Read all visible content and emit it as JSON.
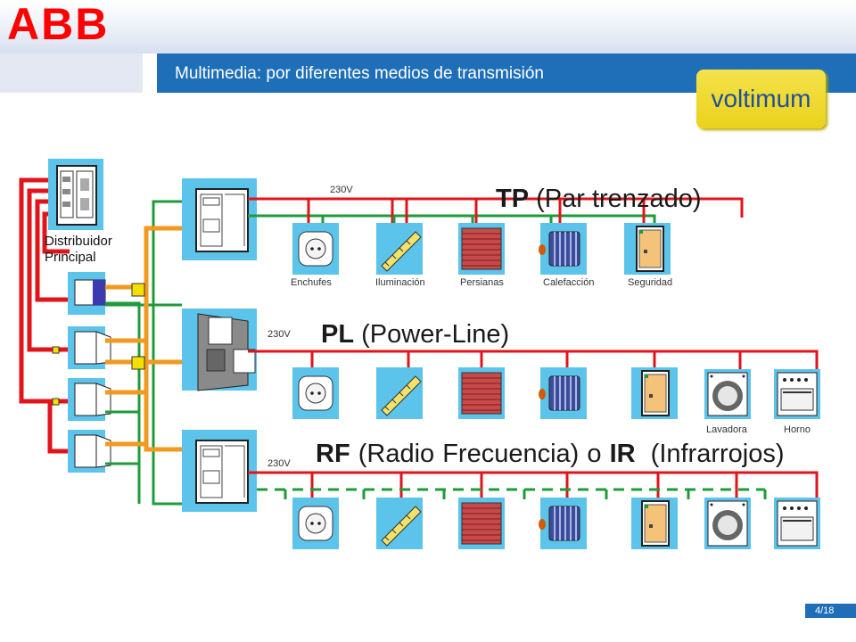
{
  "header": {
    "brand": "ABB",
    "title": "Multimedia: por diferentes medios de transmisión",
    "partner_logo": "voltimum"
  },
  "distribution": {
    "label_line1": "Distribuidor",
    "label_line2": "Principal"
  },
  "sections": {
    "tp": {
      "abbr": "TP",
      "name": "(Par trenzado)",
      "voltage": "230V"
    },
    "pl": {
      "abbr": "PL",
      "name": "(Power-Line)",
      "voltage": "230V"
    },
    "rf": {
      "abbr1": "RF",
      "mid": "(Radio Frecuencia) o",
      "abbr2": "IR",
      "name2": "(Infrarrojos)",
      "voltage": "230V"
    }
  },
  "device_labels": {
    "enchufes": "Enchufes",
    "iluminacion": "Iluminación",
    "persianas": "Persianas",
    "calefaccion": "Calefacción",
    "seguridad": "Seguridad",
    "lavadora": "Lavadora",
    "horno": "Horno"
  },
  "colors": {
    "power_line": "#e2141b",
    "bus_line": "#1e9b3a",
    "backbone": "#f29a1f",
    "device_bg": "#5cc3ea",
    "title_bar": "#1e6fb8",
    "brand_red": "#ff0000"
  },
  "footer": {
    "page": "4/18"
  }
}
